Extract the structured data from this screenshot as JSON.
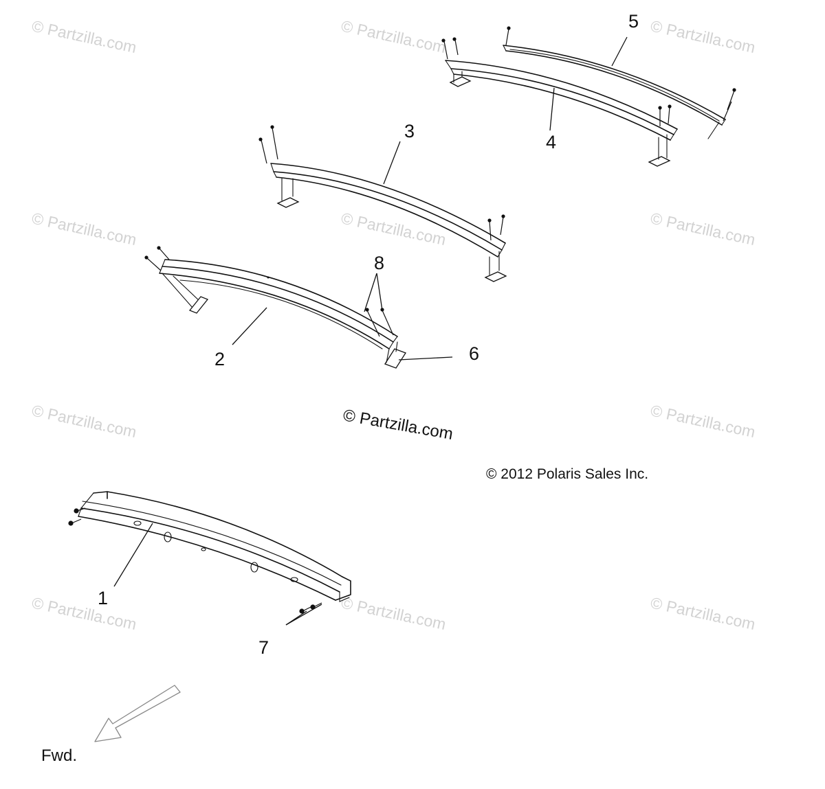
{
  "watermarks": {
    "text": "© Partzilla.com"
  },
  "credits": {
    "partzilla": "© Partzilla.com",
    "polaris": "© 2012 Polaris Sales Inc."
  },
  "callouts": {
    "part_1": "1",
    "part_2": "2",
    "part_3": "3",
    "part_4": "4",
    "part_5": "5",
    "part_6": "6",
    "part_7": "7",
    "part_8": "8"
  },
  "direction": {
    "label": "Fwd.",
    "icon": "forward-arrow-icon"
  },
  "colors": {
    "line": "#111111",
    "watermark": "#d2d2d2",
    "background": "#ffffff"
  }
}
